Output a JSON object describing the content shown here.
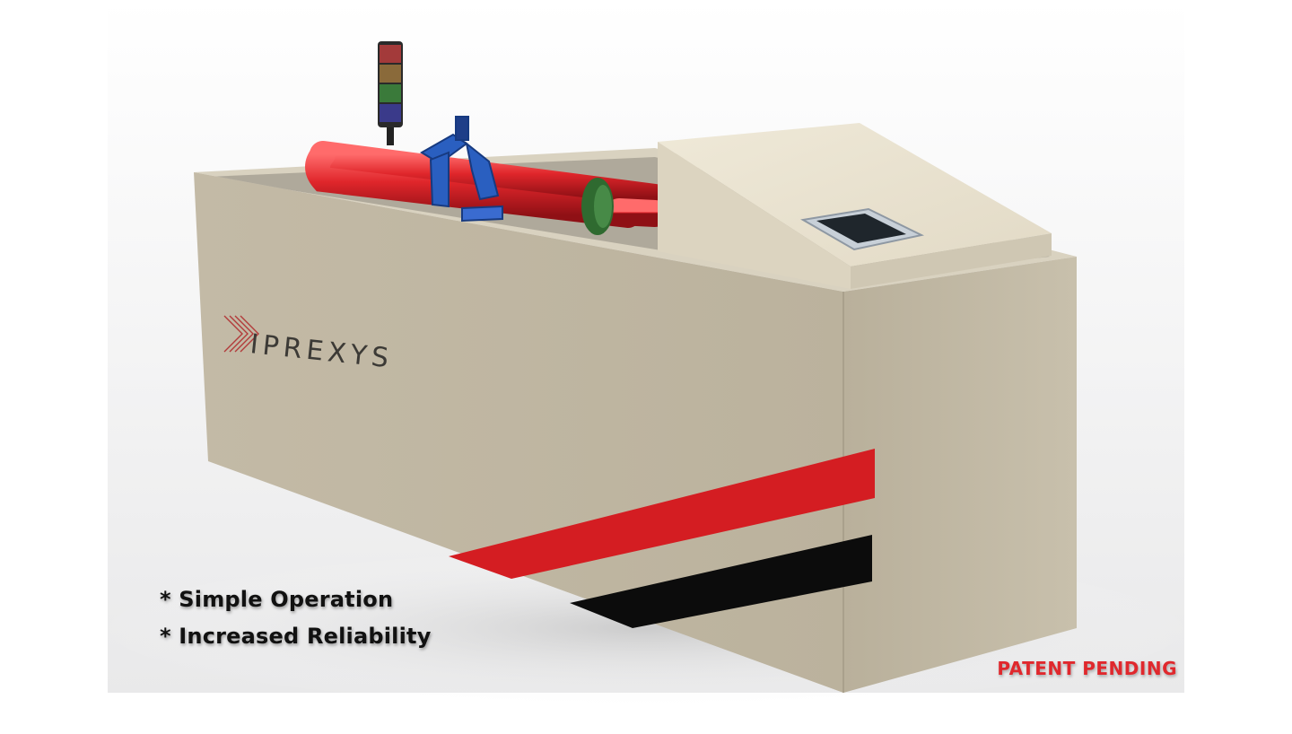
{
  "machine": {
    "brand": "IPREXYS",
    "colors": {
      "body": "#c5bca7",
      "front_face": "#bfb6a1",
      "side_face": "#c9c1ad",
      "console": "#e6dfcc",
      "pipe": "#d8252b",
      "stripe_red": "#d41d22",
      "stripe_black": "#0c0c0c",
      "bracket": "#2a5fc0",
      "coupling": "#2f6a30"
    },
    "icons": [
      "signal-tower-icon",
      "touchscreen-panel-icon",
      "brand-logo-icon"
    ]
  },
  "features": [
    "* Simple Operation",
    "* Increased Reliability"
  ],
  "patent_notice": {
    "text": "PATENT PENDING",
    "color": "#e0282d"
  }
}
